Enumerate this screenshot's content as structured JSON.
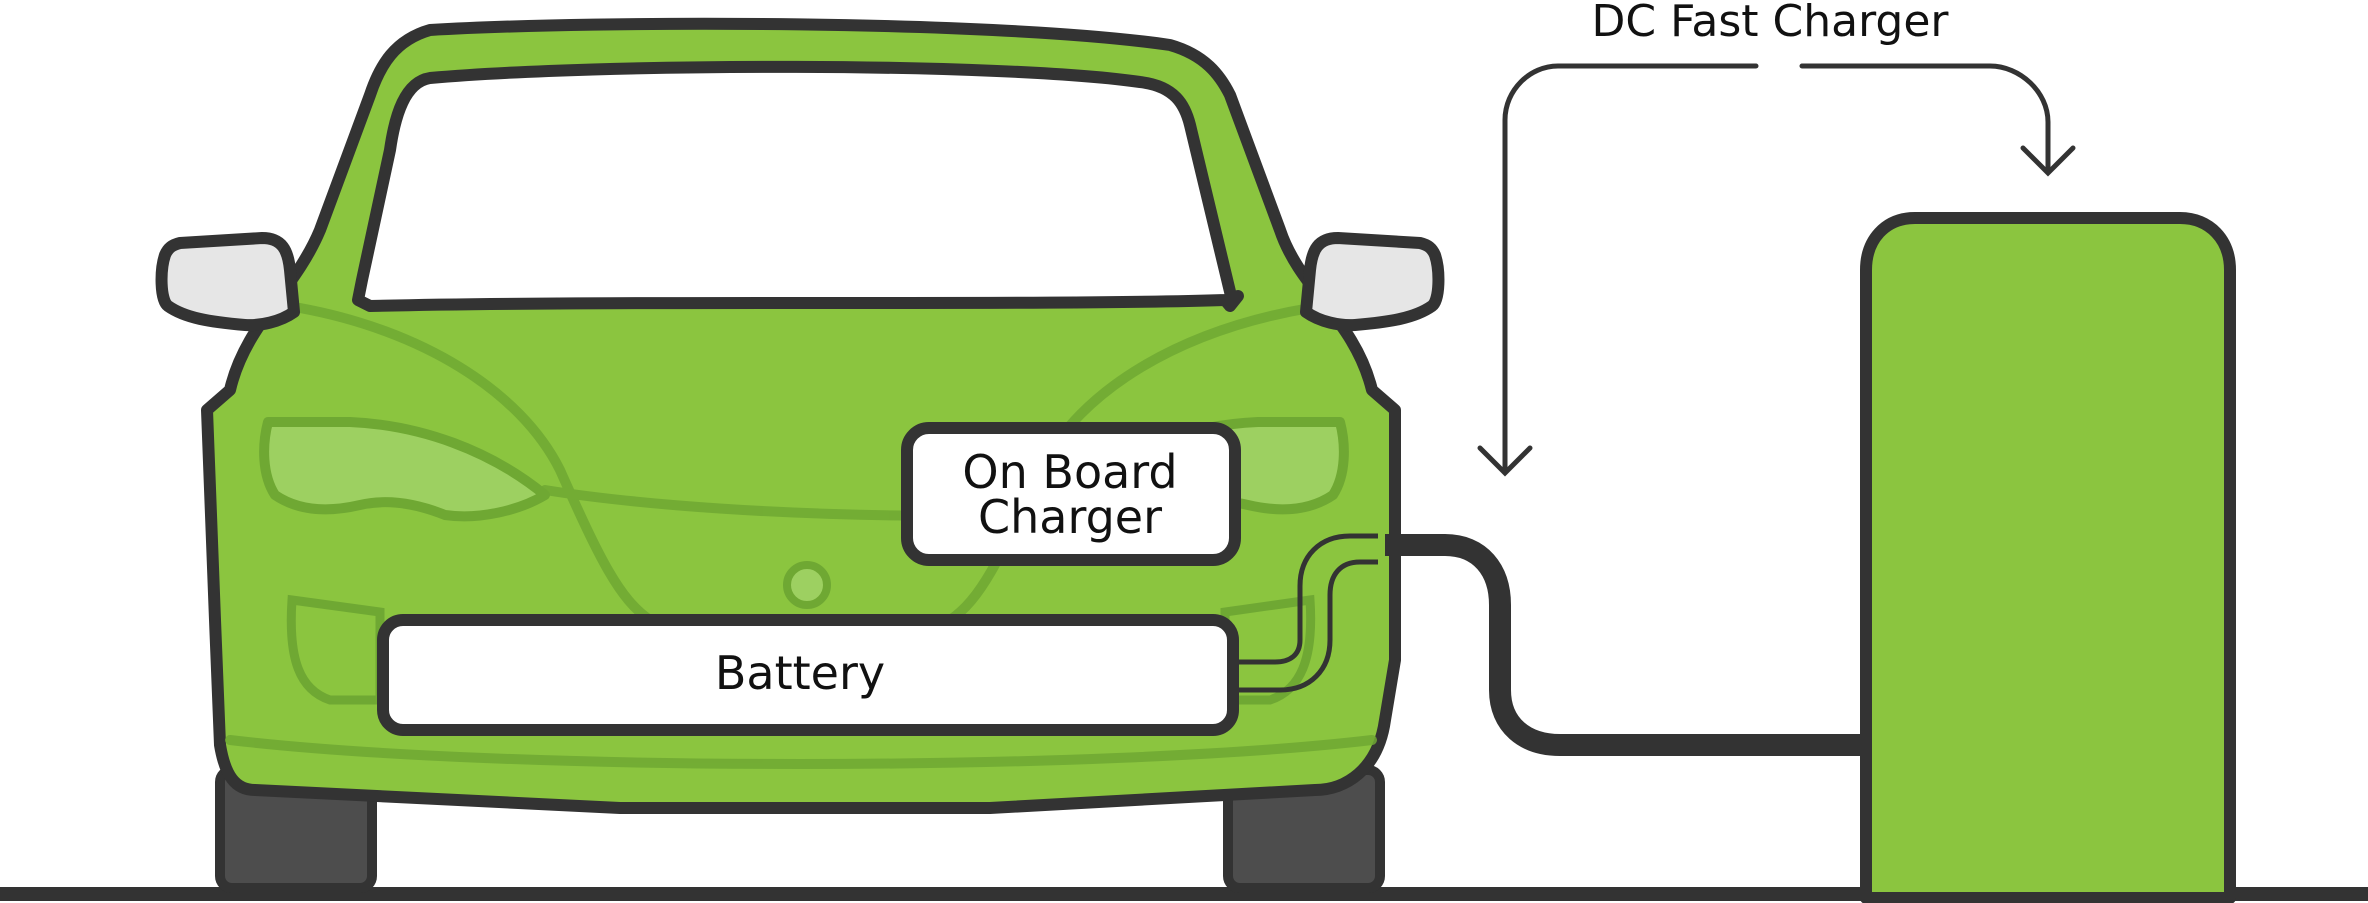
{
  "diagram": {
    "dc_fast_charger_label": "DC Fast Charger",
    "on_board_charger_label_line1": "On Board",
    "on_board_charger_label_line2": "Charger",
    "battery_label": "Battery"
  },
  "colors": {
    "car_body": "#8bc53f",
    "charger_station": "#8bc53f",
    "outline": "#333333",
    "tire": "#4d4d4d",
    "mirror": "#e6e6e6",
    "headlight": "#9dd061",
    "contour": "#6fa833",
    "box_fill": "#ffffff"
  }
}
